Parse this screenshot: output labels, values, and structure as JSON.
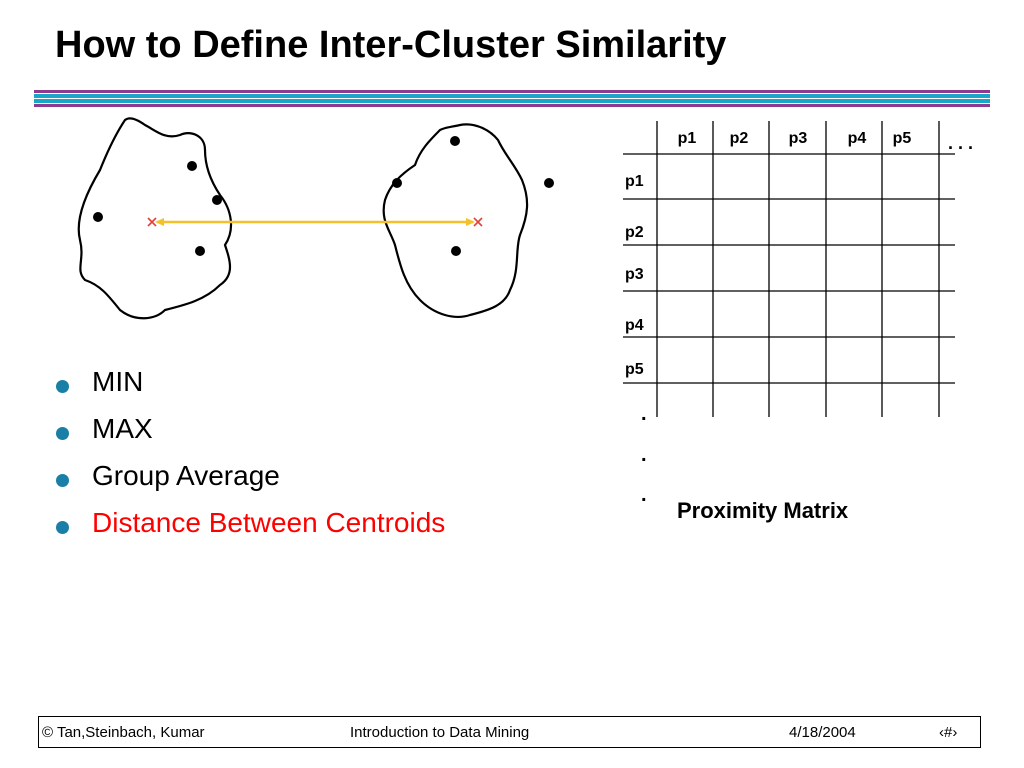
{
  "slide": {
    "title": "How to Define Inter-Cluster Similarity",
    "rule_colors": [
      "#8d3a8f",
      "#ffffff",
      "#19a6c8",
      "#ffffff",
      "#19a6c8",
      "#ffffff",
      "#8d3a8f"
    ]
  },
  "diagram": {
    "outline_color": "#000000",
    "centroid_marker_color": "#e0413a",
    "link_color": "#f3c12a"
  },
  "bullets": [
    {
      "text": "MIN",
      "color": "#000000"
    },
    {
      "text": "MAX",
      "color": "#000000"
    },
    {
      "text": "Group Average",
      "color": "#000000"
    },
    {
      "text": "Distance Between Centroids",
      "color": "#ff0000"
    }
  ],
  "bullet_color": "#1a7fa6",
  "matrix": {
    "column_headers": [
      "p1",
      "p2",
      "p3",
      "p4",
      "p5"
    ],
    "row_headers": [
      "p1",
      "p2",
      "p3",
      "p4",
      "p5"
    ],
    "column_ellipsis": ". . .",
    "row_ellipsis": [
      ".",
      ".",
      "."
    ],
    "caption": "Proximity Matrix"
  },
  "footer": {
    "authors": "© Tan,Steinbach, Kumar",
    "book": "Introduction to Data Mining",
    "date": "4/18/2004",
    "page": "‹#›"
  }
}
